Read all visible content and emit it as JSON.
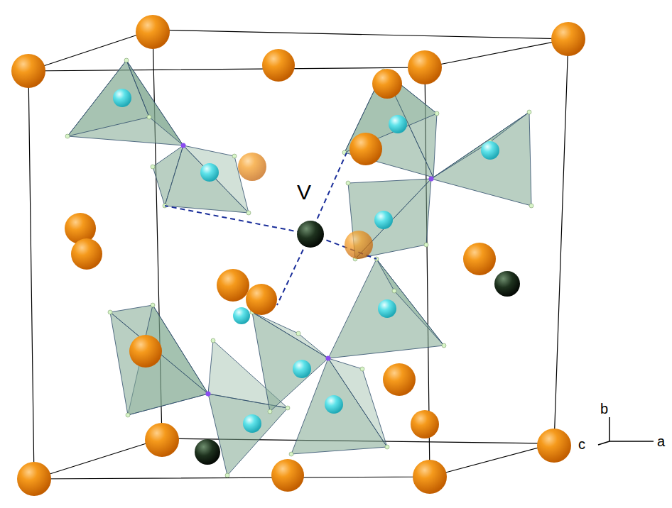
{
  "diagram": {
    "labels": [
      "V",
      "b",
      "c",
      "a"
    ]
  }
}
